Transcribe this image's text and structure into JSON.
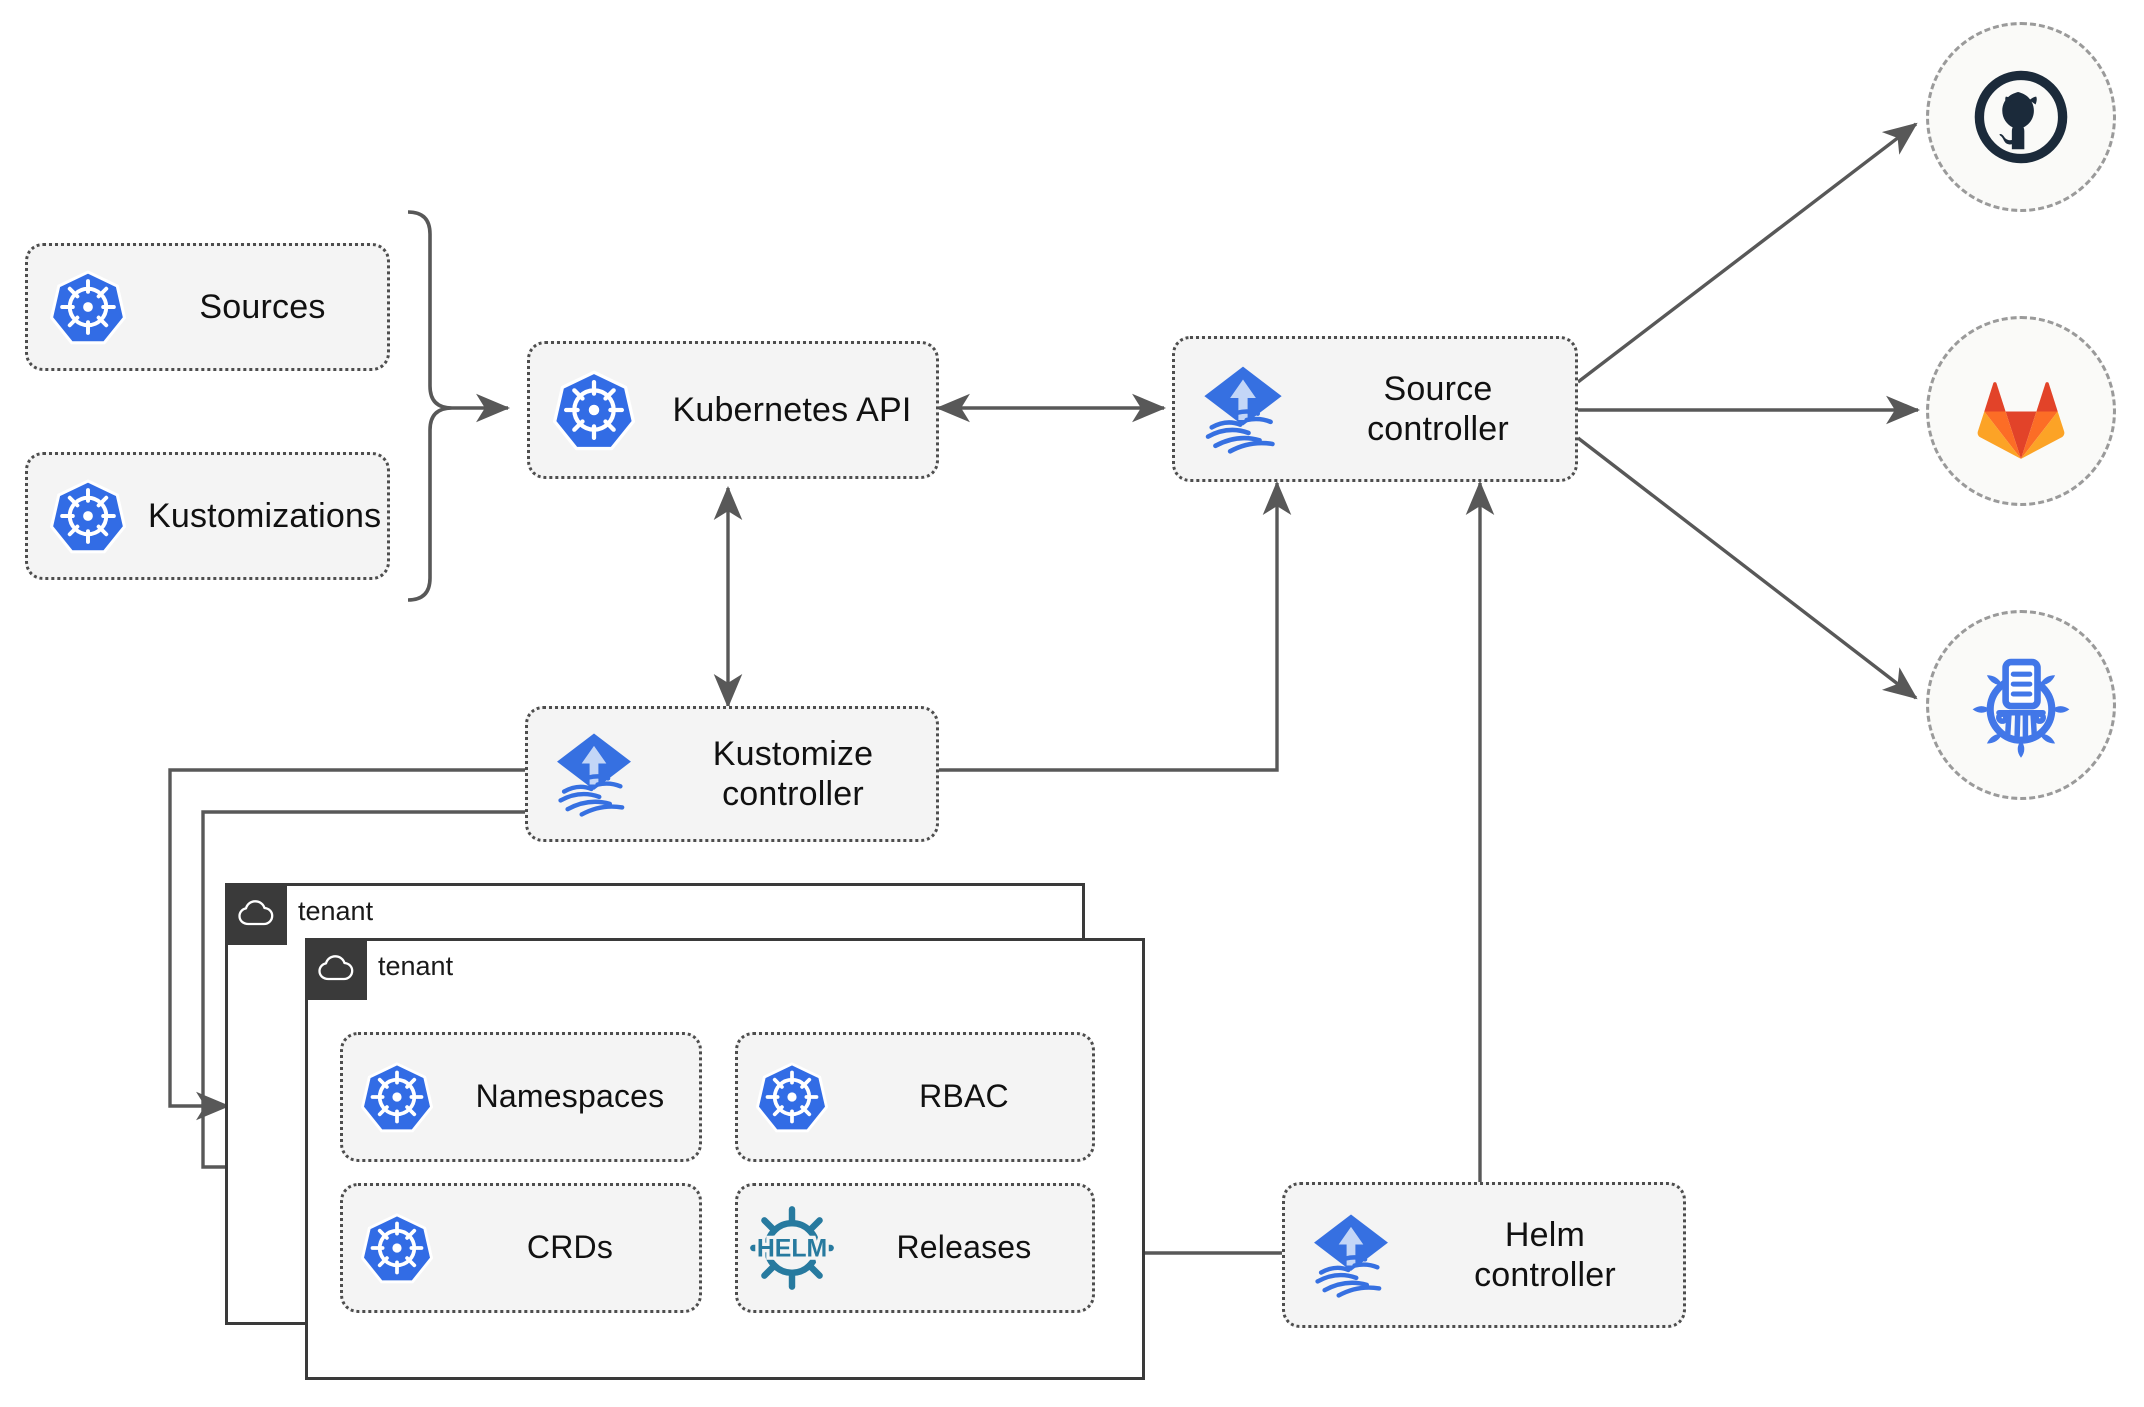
{
  "diagram": {
    "title": "Flux GitOps multi-tenancy architecture",
    "colors": {
      "kubernetes_blue": "#326CE5",
      "flux_blue": "#3670E1",
      "helm_teal": "#277A9F",
      "github_navy": "#1B2A3A",
      "gitlab_orange": "#E24329",
      "gitlab_amber": "#FCA326",
      "helm_repo_blue": "#4277E8",
      "node_fill": "#F4F4F4",
      "node_border": "#4D4D4D",
      "circle_border": "#9A9A9A",
      "arrow": "#585858",
      "tenant_border": "#3A3A3A",
      "tenant_tab": "#3A3A3A"
    },
    "nodes": [
      {
        "id": "sources",
        "label": "Sources",
        "icon": "kubernetes-icon"
      },
      {
        "id": "kustomizations",
        "label": "Kustomizations",
        "icon": "kubernetes-icon"
      },
      {
        "id": "k8s-api",
        "label": "Kubernetes API",
        "icon": "kubernetes-icon"
      },
      {
        "id": "source-ctrl",
        "label": "Source\ncontroller",
        "icon": "flux-icon"
      },
      {
        "id": "kustomize-ctrl",
        "label": "Kustomize\ncontroller",
        "icon": "flux-icon"
      },
      {
        "id": "helm-ctrl",
        "label": "Helm\ncontroller",
        "icon": "flux-icon"
      },
      {
        "id": "namespaces",
        "label": "Namespaces",
        "icon": "kubernetes-icon"
      },
      {
        "id": "rbac",
        "label": "RBAC",
        "icon": "kubernetes-icon"
      },
      {
        "id": "crds",
        "label": "CRDs",
        "icon": "kubernetes-icon"
      },
      {
        "id": "releases",
        "label": "Releases",
        "icon": "helm-icon"
      }
    ],
    "labels": {
      "sources": "Sources",
      "kustomizations": "Kustomizations",
      "k8s_api": "Kubernetes API",
      "source_controller_line1": "Source",
      "source_controller_line2": "controller",
      "kustomize_controller_line1": "Kustomize",
      "kustomize_controller_line2": "controller",
      "helm_controller_line1": "Helm",
      "helm_controller_line2": "controller",
      "namespaces": "Namespaces",
      "rbac": "RBAC",
      "crds": "CRDs",
      "releases": "Releases",
      "helm_wordmark": "HELM"
    },
    "tenants": [
      {
        "id": "tenant-1",
        "label": "tenant",
        "icon": "cloud-icon"
      },
      {
        "id": "tenant-2",
        "label": "tenant",
        "icon": "cloud-icon"
      }
    ],
    "repositories": [
      {
        "id": "github",
        "icon": "github-icon",
        "name": "GitHub"
      },
      {
        "id": "gitlab",
        "icon": "gitlab-icon",
        "name": "GitLab"
      },
      {
        "id": "helm-repo",
        "icon": "helm-repo-icon",
        "name": "Helm repository"
      }
    ],
    "connections": [
      {
        "from": "sources+kustomizations",
        "to": "k8s-api",
        "style": "brace-arrow"
      },
      {
        "from": "k8s-api",
        "to": "source-ctrl",
        "style": "bidirectional"
      },
      {
        "from": "kustomize-ctrl",
        "to": "k8s-api",
        "style": "bidirectional-vertical"
      },
      {
        "from": "kustomize-ctrl",
        "to": "source-ctrl",
        "style": "elbow-arrow"
      },
      {
        "from": "helm-ctrl",
        "to": "source-ctrl",
        "style": "vertical-arrow"
      },
      {
        "from": "source-ctrl",
        "to": "github",
        "style": "arrow"
      },
      {
        "from": "source-ctrl",
        "to": "gitlab",
        "style": "arrow"
      },
      {
        "from": "source-ctrl",
        "to": "helm-repo",
        "style": "arrow"
      },
      {
        "from": "kustomize-ctrl",
        "to": "tenant-1",
        "style": "elbow-arrow"
      },
      {
        "from": "kustomize-ctrl",
        "to": "tenant-2",
        "style": "elbow-arrow"
      },
      {
        "from": "helm-ctrl",
        "to": "releases",
        "style": "arrow"
      }
    ]
  }
}
